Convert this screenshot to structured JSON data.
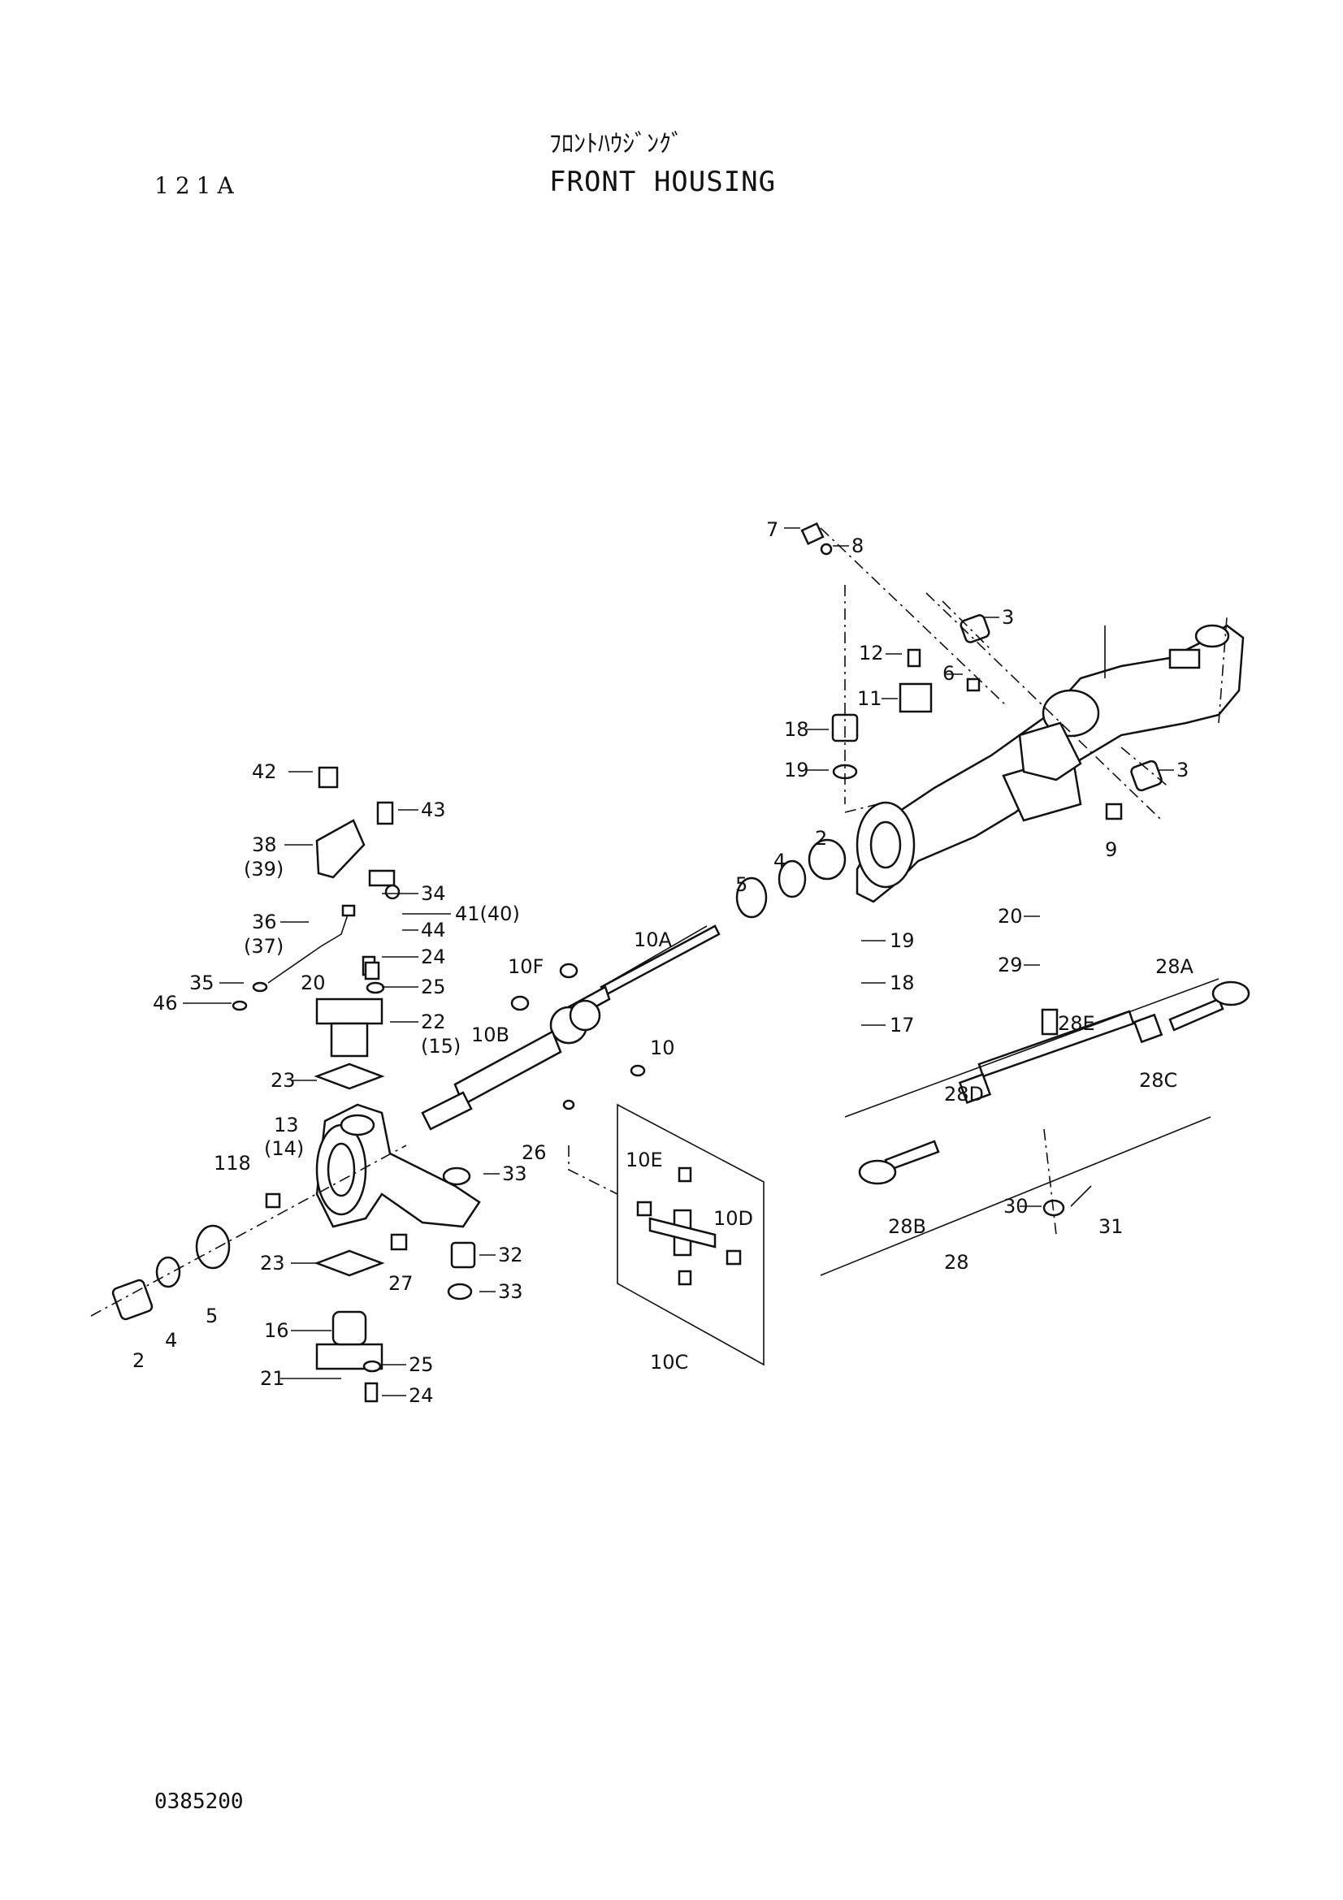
{
  "header": {
    "page_number": "121A",
    "title_jp": "ﾌﾛﾝﾄﾊｳｼﾞﾝｸﾞ",
    "title_en": "FRONT HOUSING"
  },
  "footer": {
    "doc_code": "0385200"
  },
  "callouts": {
    "c7": "7",
    "c8": "8",
    "c3a": "3",
    "c3b": "3",
    "c12": "12",
    "c6": "6",
    "c11": "11",
    "c18a": "18",
    "c19a": "19",
    "c9": "9",
    "c2a": "2",
    "c4a": "4",
    "c5a": "5",
    "c10A": "10A",
    "c10F": "10F",
    "c10": "10",
    "c10B": "10B",
    "c19b": "19",
    "c18b": "18",
    "c17": "17",
    "c20a": "20",
    "c29": "29",
    "c28A": "28A",
    "c28E": "28E",
    "c28C": "28C",
    "c28D": "28D",
    "c28B": "28B",
    "c28": "28",
    "c30": "30",
    "c31": "31",
    "c42": "42",
    "c43": "43",
    "c38": "38",
    "c39": "(39)",
    "c34": "34",
    "c41": "41(40)",
    "c44": "44",
    "c36": "36",
    "c37": "(37)",
    "c24a": "24",
    "c35": "35",
    "c20b": "20",
    "c25a": "25",
    "c46": "46",
    "c22": "22",
    "c15": "(15)",
    "c23a": "23",
    "c13": "13",
    "c14": "(14)",
    "c118": "118",
    "c26": "26",
    "c33a": "33",
    "c10E": "10E",
    "c10D": "10D",
    "c27": "27",
    "c32": "32",
    "c23b": "23",
    "c33b": "33",
    "c16": "16",
    "c25b": "25",
    "c21": "21",
    "c24b": "24",
    "c2b": "2",
    "c4b": "4",
    "c5b": "5",
    "c10C": "10C"
  }
}
